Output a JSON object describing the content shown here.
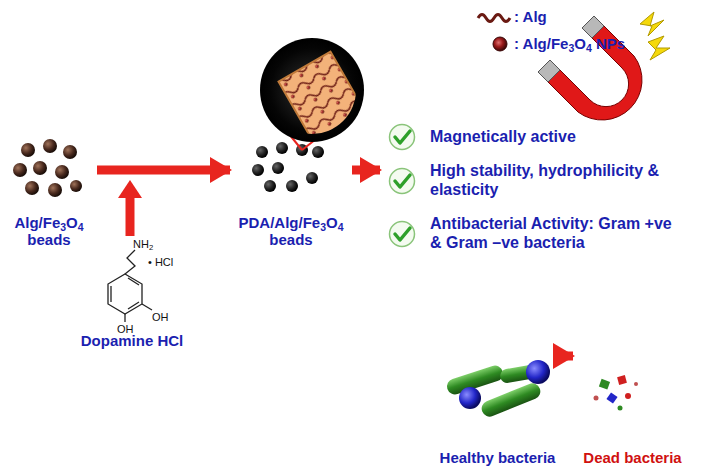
{
  "diagram": {
    "nodes": [
      {
        "text": [
          "Alg/Fe3O4 beads"
        ]
      },
      {
        "text": [
          "Dopamine HCl"
        ]
      },
      {
        "text": [
          "PDA/Alg/Fe3O4 beads"
        ]
      },
      {
        "text": [
          "Magnetically active",
          "High stability, hydrophilicity & elasticity",
          "Antibacterial Activity: Gram +ve & Gram –ve bacteria"
        ]
      },
      {
        "text": [
          "Healthy bacteria"
        ]
      },
      {
        "text": [
          "Dead bacteria"
        ]
      }
    ],
    "edges": [
      {
        "from": 0,
        "to": 2,
        "arrow": "to"
      },
      {
        "from": 2,
        "to": 3,
        "arrow": "to"
      },
      {
        "from": 4,
        "to": 5,
        "arrow": "to"
      }
    ],
    "labels": [
      "NH2",
      "OH",
      "OH",
      "• HCl"
    ],
    "legend": [
      {
        "text": ": Alg"
      },
      {
        "text": ": Alg/Fe3O4 NPs"
      }
    ]
  }
}
